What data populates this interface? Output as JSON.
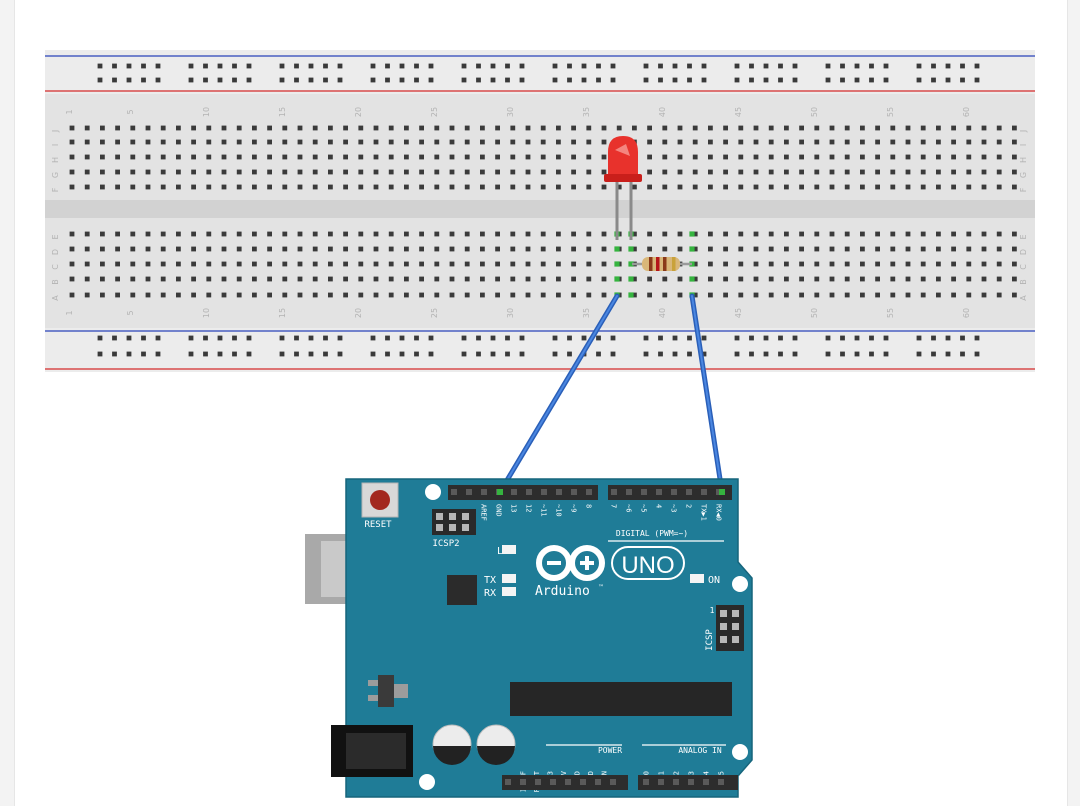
{
  "diagram": {
    "breadboard": {
      "column_numbers_top": [
        "1",
        "5",
        "10",
        "15",
        "20",
        "25",
        "30",
        "35",
        "40",
        "45",
        "50",
        "55",
        "60"
      ],
      "column_numbers_bottom": [
        "1",
        "5",
        "10",
        "15",
        "20",
        "25",
        "30",
        "35",
        "40",
        "45",
        "50",
        "55",
        "60"
      ],
      "row_letters_top": [
        "J",
        "I",
        "H",
        "G",
        "F"
      ],
      "row_letters_bottom": [
        "E",
        "D",
        "C",
        "B",
        "A"
      ]
    },
    "components": {
      "led": {
        "color": "#e8322c"
      },
      "resistor": {
        "body_color": "#d9b779"
      },
      "wire_color": "#2f6fd1"
    },
    "arduino": {
      "board_color": "#1f7c97",
      "reset_label": "RESET",
      "icsp2_label": "ICSP2",
      "icsp_label": "ICSP",
      "icsp_pin1": "1",
      "led_l_label": "L",
      "led_tx_label": "TX",
      "led_rx_label": "RX",
      "on_label": "ON",
      "logo_text": "UNO",
      "brand_text": "Arduino",
      "tm_mark": "™",
      "digital_label": "DIGITAL (PWM=~)",
      "power_label": "POWER",
      "analog_label": "ANALOG IN",
      "top_header_pins_left": [
        "AREF",
        "GND",
        "13",
        "12",
        "~11",
        "~10",
        "~9",
        "8"
      ],
      "top_header_pins_right": [
        "7",
        "~6",
        "~5",
        "4",
        "~3",
        "2",
        "TX▶1",
        "RX◀0"
      ],
      "power_pins": [
        "IOREF",
        "RESET",
        "3V3",
        "5V",
        "GND",
        "GND",
        "VIN"
      ],
      "analog_pins": [
        "A0",
        "A1",
        "A2",
        "A3",
        "A4",
        "A5"
      ]
    }
  }
}
